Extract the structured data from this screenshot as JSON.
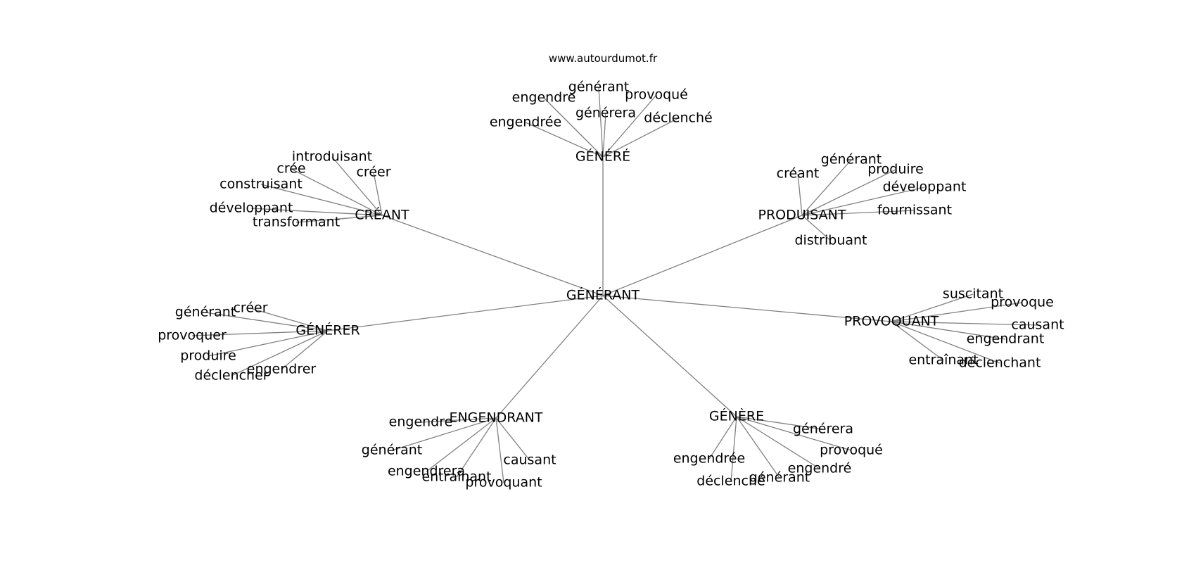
{
  "source": "www.autourdumot.fr",
  "root": "GÉNÉRANT",
  "clusters": [
    {
      "hub": "GÉNÉRÉ",
      "leaves": [
        "engendre",
        "générant",
        "provoqué",
        "générera",
        "engendrée",
        "déclenché"
      ]
    },
    {
      "hub": "CRÉANT",
      "leaves": [
        "introduisant",
        "crée",
        "créer",
        "construisant",
        "développant",
        "transformant"
      ]
    },
    {
      "hub": "PRODUISANT",
      "leaves": [
        "générant",
        "créant",
        "produire",
        "développant",
        "fournissant",
        "distribuant"
      ]
    },
    {
      "hub": "GÉNÉRER",
      "leaves": [
        "créer",
        "générant",
        "provoquer",
        "produire",
        "engendrer",
        "déclencher"
      ]
    },
    {
      "hub": "PROVOQUANT",
      "leaves": [
        "suscitant",
        "provoque",
        "causant",
        "engendrant",
        "entraînant",
        "déclenchant"
      ]
    },
    {
      "hub": "ENGENDRANT",
      "leaves": [
        "engendre",
        "générant",
        "engendrera",
        "entraînant",
        "causant",
        "provoquant"
      ]
    },
    {
      "hub": "GÉNÈRE",
      "leaves": [
        "générera",
        "provoqué",
        "engendré",
        "engendrée",
        "déclenché",
        "générant"
      ]
    }
  ]
}
